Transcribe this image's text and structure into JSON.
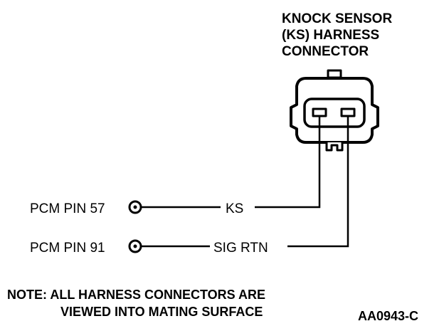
{
  "connector": {
    "title_lines": [
      "KNOCK SENSOR",
      "(KS) HARNESS",
      "CONNECTOR"
    ]
  },
  "pins": [
    {
      "label": "PCM PIN 57",
      "signal": "KS"
    },
    {
      "label": "PCM PIN 91",
      "signal": "SIG RTN"
    }
  ],
  "note": {
    "lines": [
      "NOTE: ALL HARNESS CONNECTORS ARE",
      "VIEWED INTO MATING SURFACE"
    ]
  },
  "figure_code": "AA0943-C",
  "colors": {
    "ink": "#000000",
    "paper": "#ffffff"
  }
}
